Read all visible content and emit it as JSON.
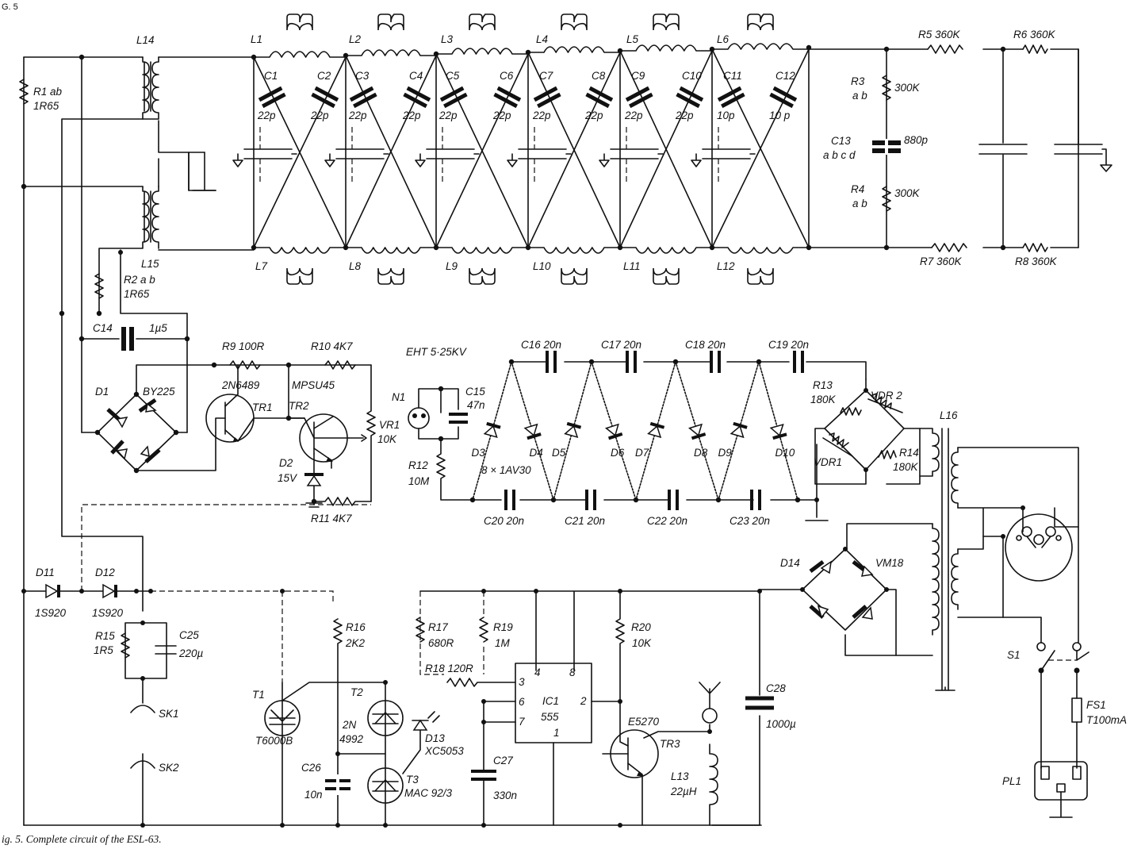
{
  "figure": {
    "corner_label": "G. 5",
    "caption": "ig. 5. Complete circuit of the ESL-63."
  },
  "delay_line": {
    "top_inductors": [
      "L1",
      "L2",
      "L3",
      "L4",
      "L5",
      "L6"
    ],
    "bottom_inductors": [
      "L7",
      "L8",
      "L9",
      "L10",
      "L11",
      "L12"
    ],
    "capacitors": [
      {
        "ref": "C1",
        "value": "22p"
      },
      {
        "ref": "C2",
        "value": "22p"
      },
      {
        "ref": "C3",
        "value": "22p"
      },
      {
        "ref": "C4",
        "value": "22p"
      },
      {
        "ref": "C5",
        "value": "22p"
      },
      {
        "ref": "C6",
        "value": "22p"
      },
      {
        "ref": "C7",
        "value": "22p"
      },
      {
        "ref": "C8",
        "value": "22p"
      },
      {
        "ref": "C9",
        "value": "22p"
      },
      {
        "ref": "C10",
        "value": "22p"
      },
      {
        "ref": "C11",
        "value": "10p"
      },
      {
        "ref": "C12",
        "value": "10 p"
      }
    ]
  },
  "termination": {
    "r5": "R5  360K",
    "r6": "R6  360K",
    "r7": "R7  360K",
    "r8": "R8  360K",
    "r3_ref": "R3",
    "r3_suffix": "a b",
    "r3_val": "300K",
    "c13_ref": "C13",
    "c13_suffix": "a b c d",
    "c13_val": "880p",
    "r4_ref": "R4",
    "r4_suffix": "a b",
    "r4_val": "300K"
  },
  "input": {
    "l14": "L14",
    "l15": "L15",
    "r1": "R1 ab",
    "r1_val": "1R65",
    "r2": "R2  a b",
    "r2_val": "1R65",
    "c14": "C14",
    "c14_val": "1µ5",
    "d1": "D1",
    "d1_part": "BY225",
    "r9": "R9  100R",
    "r10": "R10  4K7",
    "tr1_part": "2N6489",
    "tr1": "TR1",
    "tr2": "TR2",
    "tr2_part": "MPSU45",
    "vr1": "VR1",
    "vr1_val": "10K",
    "d2": "D2",
    "d2_val": "15V",
    "r11": "R11  4K7"
  },
  "eht": {
    "title": "EHT  5·25KV",
    "n1": "N1",
    "c15": "C15",
    "c15_val": "47n",
    "r12": "R12",
    "r12_val": "10M",
    "top_caps": [
      "C16  20n",
      "C17  20n",
      "C18  20n",
      "C19  20n"
    ],
    "bottom_caps": [
      "C20  20n",
      "C21  20n",
      "C22  20n",
      "C23  20n"
    ],
    "diodes": [
      "D3",
      "D4",
      "D5",
      "D6",
      "D7",
      "D8",
      "D9",
      "D10"
    ],
    "diode_note": "8 × 1AV30",
    "r13": "R13",
    "r13_val": "180K",
    "vdr2": "VDR 2",
    "vdr1": "VDR1",
    "r14": "R14",
    "r14_val": "180K",
    "l16": "L16",
    "d14": "D14",
    "d14_part": "VM18"
  },
  "protection": {
    "d11": "D11",
    "d11_part": "1S920",
    "d12": "D12",
    "d12_part": "1S920",
    "r15": "R15",
    "r15_val": "1R5",
    "c25": "C25",
    "c25_val": "220µ",
    "sk1": "SK1",
    "sk2": "SK2",
    "r16": "R16",
    "r16_val": "2K2",
    "t1": "T1",
    "t1_part": "T6000B",
    "t2": "T2",
    "t2_part": "2N",
    "t2_part2": "4992",
    "c26": "C26",
    "c26_val": "10n",
    "t3": "T3",
    "t3_part": "MAC 92/3",
    "d13": "D13",
    "d13_part": "XC5053",
    "r17": "R17",
    "r17_val": "680R",
    "r19": "R19",
    "r19_val": "1M",
    "r18": "R18  120R",
    "ic_name": "IC1",
    "ic_part": "555",
    "ic_pins": {
      "p4": "4",
      "p8": "8",
      "p3": "3",
      "p6": "6",
      "p2": "2",
      "p7": "7",
      "p1": "1"
    },
    "c27": "C27",
    "c27_val": "330n",
    "r20": "R20",
    "r20_val": "10K",
    "tr3": "TR3",
    "tr3_part": "E5270",
    "l13": "L13",
    "l13_val": "22µH",
    "c28": "C28",
    "c28_val": "1000µ"
  },
  "mains": {
    "s1": "S1",
    "fs1": "FS1",
    "fs1_val": "T100mA",
    "pl1": "PL1"
  }
}
